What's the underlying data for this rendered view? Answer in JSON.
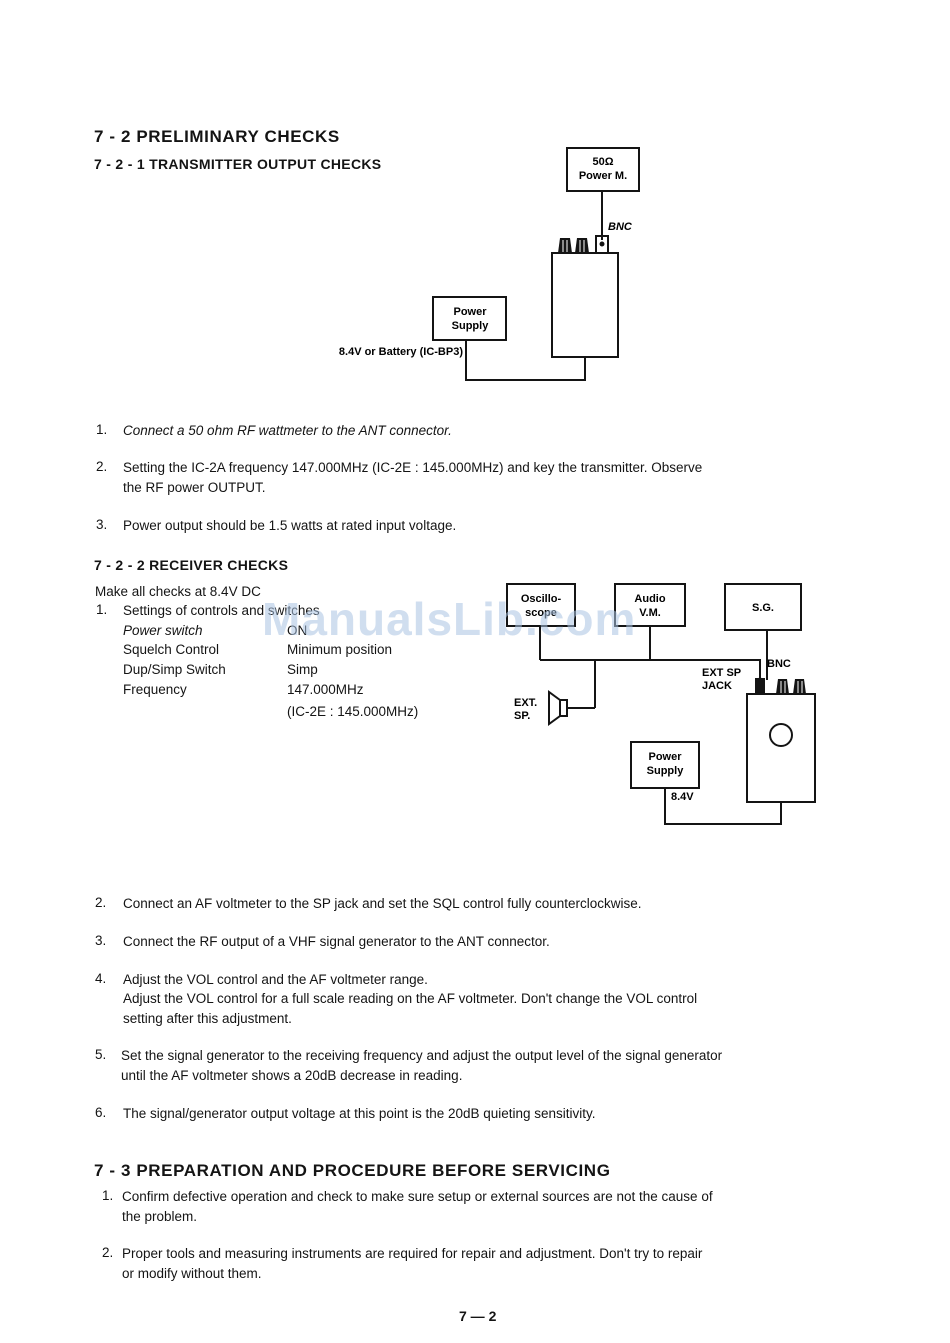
{
  "section_7_2": {
    "heading": "7 - 2    PRELIMINARY CHECKS",
    "sub1_heading": "7 - 2 - 1  TRANSMITTER  OUTPUT CHECKS",
    "diagram1": {
      "power_meter": [
        "50Ω",
        "Power M."
      ],
      "bnc": "BNC",
      "power_supply": [
        "Power",
        "Supply"
      ],
      "battery_label": "8.4V or Battery (IC-BP3)"
    },
    "tx_steps": [
      {
        "num": "1.",
        "text": "Connect a 50 ohm RF wattmeter to the ANT connector."
      },
      {
        "num": "2.",
        "line1": "Setting the IC-2A frequency 147.000MHz (IC-2E : 145.000MHz) and key the transmitter.  Observe",
        "line2": "the RF power OUTPUT."
      },
      {
        "num": "3.",
        "text": "Power output should be 1.5 watts at rated input voltage."
      }
    ],
    "sub2_heading": "7 - 2 - 2  RECEIVER  CHECKS",
    "intro": "Make all checks at 8.4V DC",
    "settings_num": "1.",
    "settings_title": "Settings of controls and switches",
    "settings": [
      {
        "label": "Power switch",
        "value": "ON"
      },
      {
        "label": "Squelch Control",
        "value": "Minimum position"
      },
      {
        "label": "Dup/Simp Switch",
        "value": "Simp"
      },
      {
        "label": "Frequency",
        "value": "147.000MHz"
      }
    ],
    "freq_alt": "(IC-2E : 145.000MHz)",
    "diagram2": {
      "oscilloscope": [
        "Oscillo-",
        "scope"
      ],
      "audio": [
        "Audio",
        "V.M."
      ],
      "sg": "S.G.",
      "bnc": "BNC",
      "ext_sp_jack": [
        "EXT SP",
        "JACK"
      ],
      "ext_sp": [
        "EXT.",
        "SP."
      ],
      "power_supply": [
        "Power",
        "Supply"
      ],
      "volt": "8.4V"
    },
    "rx_steps": [
      {
        "num": "2.",
        "text": "Connect an AF voltmeter to the SP jack and set the SQL control fully counterclockwise."
      },
      {
        "num": "3.",
        "text": "Connect the RF output of a VHF signal generator to the ANT connector."
      },
      {
        "num": "4.",
        "line1": "Adjust the VOL control and the AF voltmeter range.",
        "line2": "Adjust the VOL control for a full scale reading on the AF voltmeter.  Don't change the VOL control",
        "line3": "setting after this adjustment."
      },
      {
        "num": "5.",
        "line1": "Set the signal generator to the receiving frequency and adjust the output level of the signal generator",
        "line2": "until the AF voltmeter shows a 20dB decrease in reading."
      },
      {
        "num": "6.",
        "text": "The signal/generator output voltage at this point is the 20dB quieting sensitivity."
      }
    ]
  },
  "section_7_3": {
    "heading": "7 - 3    PREPARATION  AND  PROCEDURE  BEFORE  SERVICING",
    "items": [
      {
        "num": "1.",
        "line1": "Confirm defective operation and check to make sure setup or external sources are not the cause of",
        "line2": "the problem."
      },
      {
        "num": "2.",
        "line1": "Proper tools and measuring instruments are required for repair and adjustment.  Don't try to repair",
        "line2": "or modify without them."
      }
    ]
  },
  "watermark": "ManualsLib.com",
  "page_number": "7 — 2"
}
